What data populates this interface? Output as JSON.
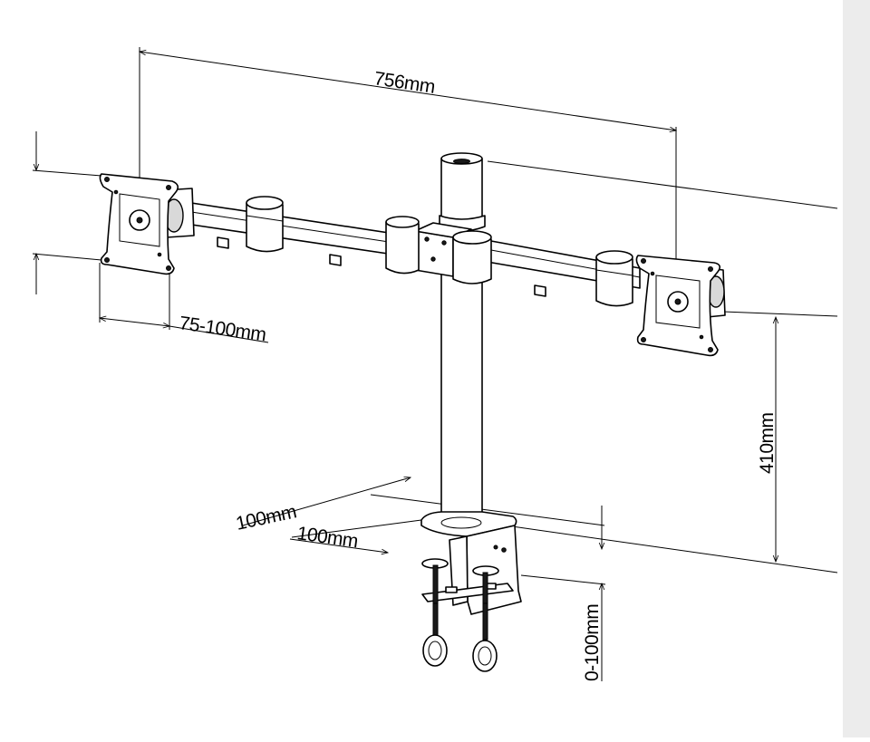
{
  "dimensions": {
    "total_width": "756mm",
    "vesa": "75-100mm",
    "pole_height": "410mm",
    "base_depth": "100mm",
    "base_width": "100mm",
    "clamp_range": "0-100mm"
  }
}
